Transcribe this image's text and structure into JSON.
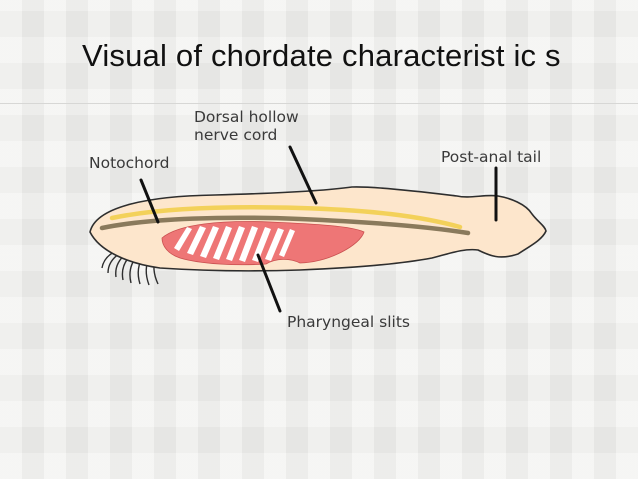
{
  "slide": {
    "title": "Visual of chordate characterist ic s"
  },
  "diagram": {
    "labels": {
      "nerve_cord_line1": "Dorsal hollow",
      "nerve_cord_line2": "nerve cord",
      "notochord": "Notochord",
      "tail": "Post-anal tail",
      "slits": "Pharyngeal slits"
    },
    "colors": {
      "body_fill": "#fde6cc",
      "body_outline": "#2e2e2e",
      "nerve_cord": "#f3d15a",
      "notochord": "#8a7a5c",
      "pharynx": "#ee7676",
      "slits": "#ffffff",
      "leader_lines": "#111111"
    }
  }
}
